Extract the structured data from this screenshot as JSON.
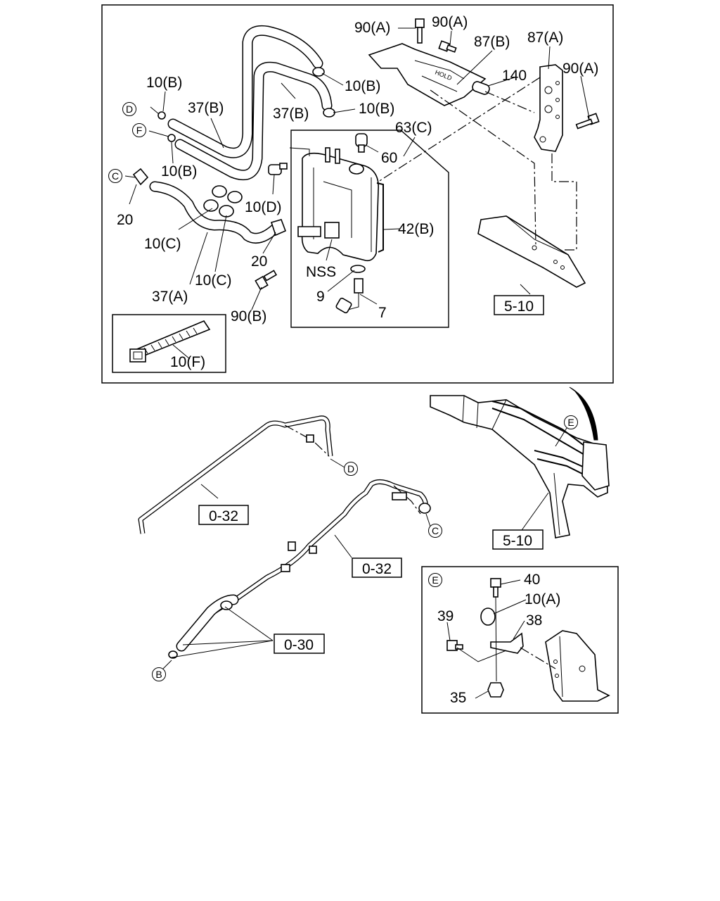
{
  "main_panel": {
    "labels": {
      "l_90a_1": "90(A)",
      "l_90a_2": "90(A)",
      "l_87b": "87(B)",
      "l_87a": "87(A)",
      "l_90a_3": "90(A)",
      "l_10b_1": "10(B)",
      "l_10b_2": "10(B)",
      "l_10b_3": "10(B)",
      "l_10b_4": "10(B)",
      "l_140": "140",
      "l_37b_1": "37(B)",
      "l_37b_2": "37(B)",
      "l_63c": "63(C)",
      "l_60": "60",
      "l_10d": "10(D)",
      "l_42b": "42(B)",
      "l_20_1": "20",
      "l_20_2": "20",
      "l_10c_1": "10(C)",
      "l_10c_2": "10(C)",
      "l_nss": "NSS",
      "l_9": "9",
      "l_7": "7",
      "l_37a": "37(A)",
      "l_90b": "90(B)",
      "l_10f": "10(F)"
    },
    "circled": {
      "d": "D",
      "f": "F",
      "c": "C"
    },
    "ref": "5-10"
  },
  "lower_left": {
    "refs": {
      "r1": "0-32",
      "r2": "0-32",
      "r3": "0-30"
    },
    "circled": {
      "d": "D",
      "c": "C",
      "b": "B"
    }
  },
  "lower_right": {
    "circled": {
      "e": "E"
    },
    "ref": "5-10"
  },
  "detail_e": {
    "circled": {
      "e": "E"
    },
    "labels": {
      "l_40": "40",
      "l_10a": "10(A)",
      "l_39": "39",
      "l_38": "38",
      "l_35": "35"
    }
  }
}
